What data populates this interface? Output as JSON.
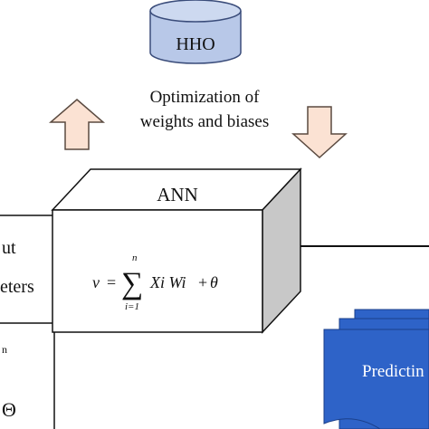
{
  "database": {
    "label": "HHO",
    "fill": "#b8c8e8",
    "stroke": "#3a4c7a"
  },
  "optimization": {
    "line1": "Optimization of",
    "line2": "weights and biases"
  },
  "arrows": {
    "fill": "#fbe2d3",
    "stroke": "#5a4a40"
  },
  "ann": {
    "label": "ANN",
    "formula": {
      "lhs": "v",
      "eq": "=",
      "sum": "∑",
      "upper": "n",
      "lower": "i=1",
      "body": "Xi Wi",
      "plus": "+",
      "theta": "θ"
    },
    "side_fill": "#c8c8c8"
  },
  "inputs": {
    "line1": "ut",
    "line2": "eters",
    "small": "n",
    "theta": "Θ"
  },
  "prediction": {
    "label": "Predictin",
    "fill": "#2e63c8",
    "stroke": "#1a3f8a"
  }
}
